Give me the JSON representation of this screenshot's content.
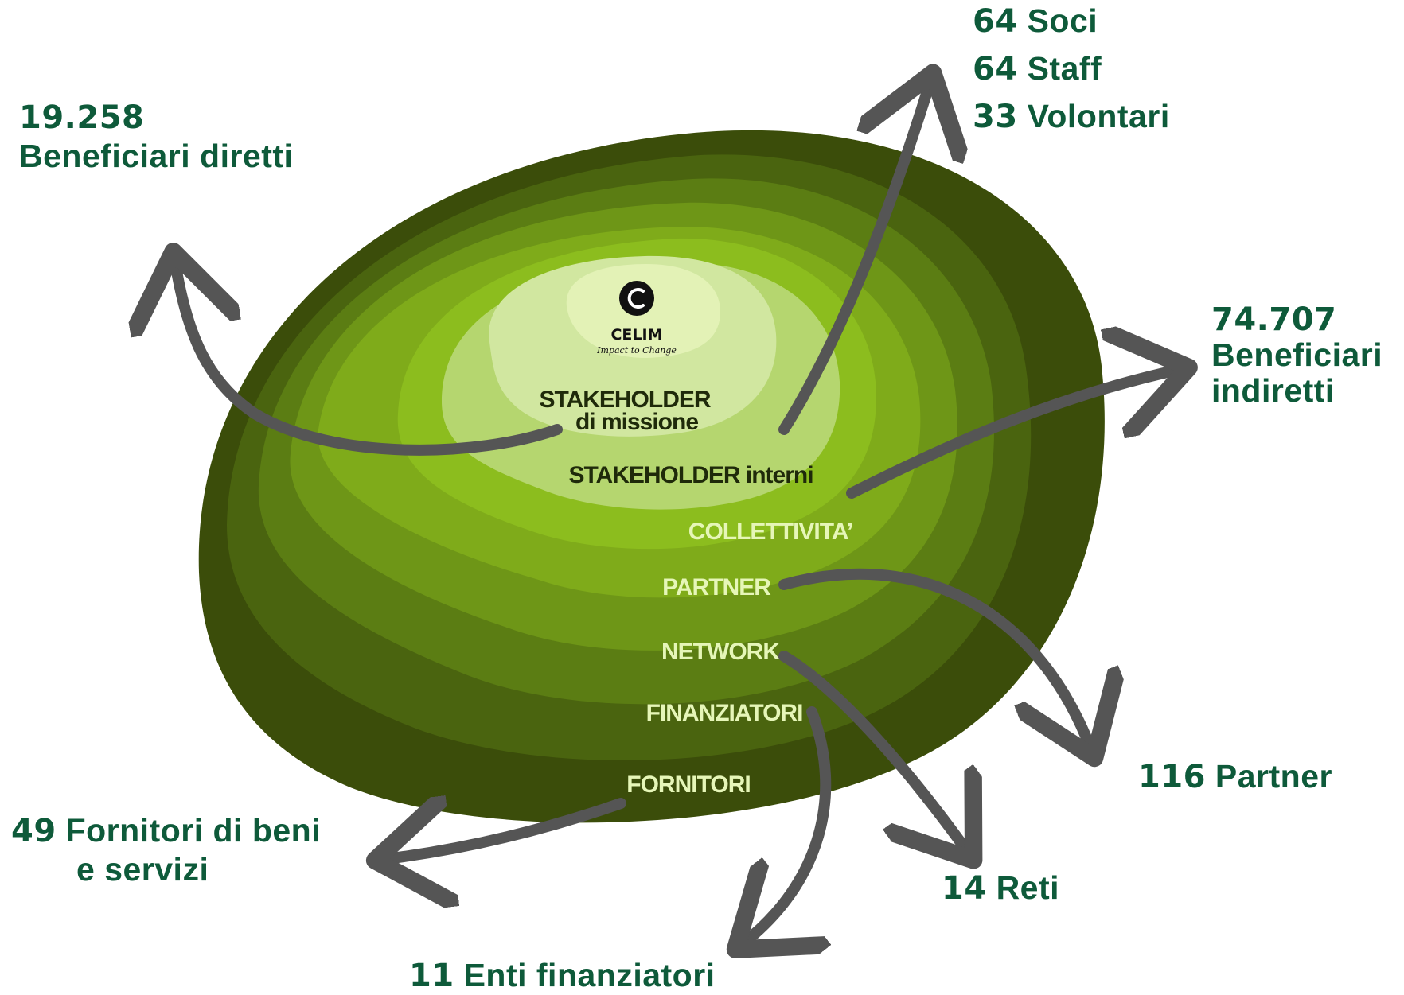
{
  "colors": {
    "ring_outer": "#3b4d0a",
    "ring_2": "#4a640f",
    "ring_3": "#5b7d13",
    "ring_4": "#6e9617",
    "ring_5": "#7fab1a",
    "ring_6": "#8cbd1e",
    "ring_7": "#b5d66f",
    "ring_8": "#d1e7a0",
    "ring_core": "#e3f2b6",
    "arrow": "#555555",
    "callout_text": "#0e5a3a",
    "label_dark": "#1f2a0a",
    "label_light": "#e6f6b8"
  },
  "logo": {
    "icon": "celim-c-icon",
    "name": "CELIM",
    "tagline": "Impact to Change"
  },
  "rings": [
    {
      "key": "missione",
      "line1": "STAKEHOLDER",
      "line2": "di missione"
    },
    {
      "key": "interni",
      "text": "STAKEHOLDER interni"
    },
    {
      "key": "collettivita",
      "text": "COLLETTIVITA’"
    },
    {
      "key": "partner",
      "text": "PARTNER"
    },
    {
      "key": "network",
      "text": "NETWORK"
    },
    {
      "key": "finanziatori",
      "text": "FINANZIATORI"
    },
    {
      "key": "fornitori",
      "text": "FORNITORI"
    }
  ],
  "callouts": {
    "beneficiari_diretti": {
      "number": "19.258",
      "label": "Beneficiari diretti"
    },
    "interni": [
      {
        "number": "64",
        "label": "Soci"
      },
      {
        "number": "64",
        "label": "Staff"
      },
      {
        "number": "33",
        "label": "Volontari"
      }
    ],
    "beneficiari_indiretti": {
      "number": "74.707",
      "label_line1": "Beneficiari",
      "label_line2": "indiretti"
    },
    "partner": {
      "number": "116",
      "label": "Partner"
    },
    "reti": {
      "number": "14",
      "label": "Reti"
    },
    "enti": {
      "number": "11",
      "label": "Enti finanziatori"
    },
    "fornitori": {
      "number": "49",
      "label_line1": "Fornitori di beni",
      "label_line2": "e servizi"
    }
  }
}
